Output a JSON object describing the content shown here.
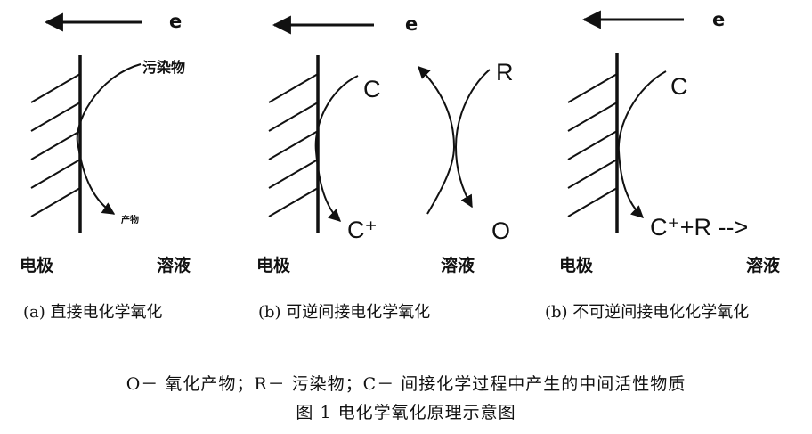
{
  "panel_a": {
    "electron": "e",
    "pollutant": "污染物",
    "product": "产物",
    "electrode": "电极",
    "solution": "溶液",
    "caption": "(a) 直接电化学氧化"
  },
  "panel_b": {
    "electron": "e",
    "c": "C",
    "c_plus": "C⁺",
    "r": "R",
    "o": "O",
    "electrode": "电极",
    "solution": "溶液",
    "caption": "(b) 可逆间接电化学氧化"
  },
  "panel_c": {
    "electron": "e",
    "c": "C",
    "product_line": "C⁺+R -->",
    "electrode": "电极",
    "solution": "溶液",
    "caption": "(b) 不可逆间接电化化学氧化"
  },
  "legend": "O－ 氧化产物；R－ 污染物；C－ 间接化学过程中产生的中间活性物质",
  "figure_title": "图 1 电化学氧化原理示意图"
}
